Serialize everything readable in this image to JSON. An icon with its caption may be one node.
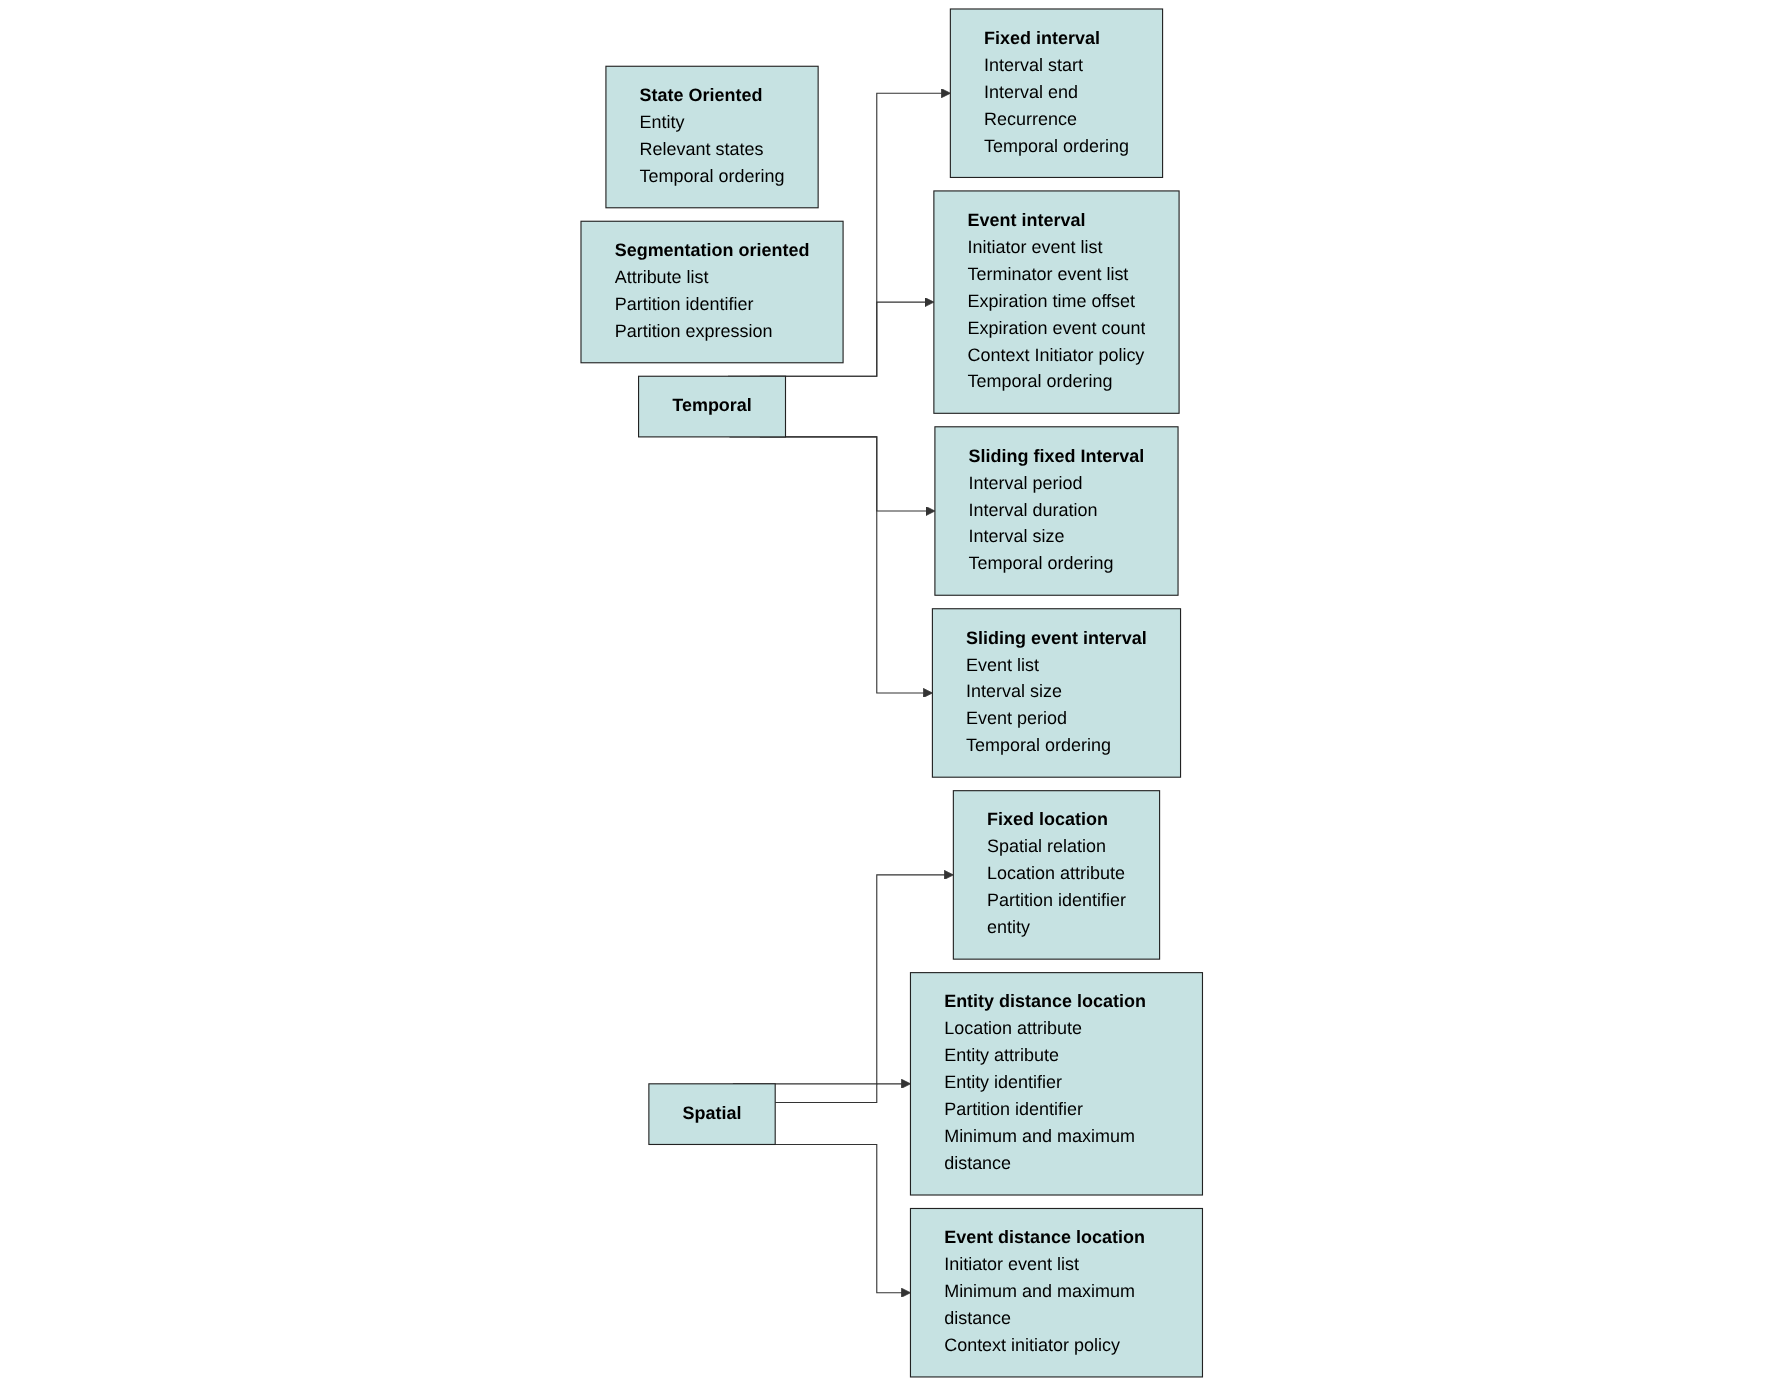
{
  "diagram": {
    "nodes": [
      {
        "text": [
          "Temporal"
        ]
      },
      {
        "text": [
          "Spatial"
        ]
      },
      {
        "text": [
          "State Oriented",
          "Entity",
          "Relevant states",
          "Temporal ordering"
        ]
      },
      {
        "text": [
          "Segmentation oriented",
          "Attribute list",
          "Partition identifier",
          "Partition expression"
        ]
      },
      {
        "text": [
          "Fixed interval",
          "Interval start",
          "Interval end",
          "Recurrence",
          "Temporal ordering"
        ]
      },
      {
        "text": [
          "Event interval",
          "Initiator event list",
          "Terminator event list",
          "Expiration time offset",
          "Expiration event count",
          "Context Initiator policy",
          "Temporal ordering"
        ]
      },
      {
        "text": [
          "Sliding fixed Interval",
          "Interval period",
          "Interval duration",
          "Interval size",
          "Temporal ordering"
        ]
      },
      {
        "text": [
          "Sliding event interval",
          "Event list",
          "Interval size",
          "Event period",
          "Temporal ordering"
        ]
      },
      {
        "text": [
          "Fixed location",
          "Spatial relation",
          "Location attribute",
          "Partition identifier",
          "entity"
        ]
      },
      {
        "text": [
          "Entity distance location",
          "Location attribute",
          "Entity attribute",
          "Entity identifier",
          "Partition identifier",
          "Minimum and maximum distance"
        ]
      },
      {
        "text": [
          "Event distance location",
          "Initiator event list",
          "Minimum and maximum distance",
          "Context initiator policy"
        ]
      }
    ],
    "edges": [
      {
        "from": 0,
        "to": 4,
        "arrow": "to"
      },
      {
        "from": 0,
        "to": 5,
        "arrow": "to"
      },
      {
        "from": 0,
        "to": 6,
        "arrow": "to"
      },
      {
        "from": 0,
        "to": 7,
        "arrow": "to"
      },
      {
        "from": 1,
        "to": 8,
        "arrow": "to"
      },
      {
        "from": 1,
        "to": 9,
        "arrow": "to"
      },
      {
        "from": 1,
        "to": 10,
        "arrow": "to"
      }
    ]
  }
}
